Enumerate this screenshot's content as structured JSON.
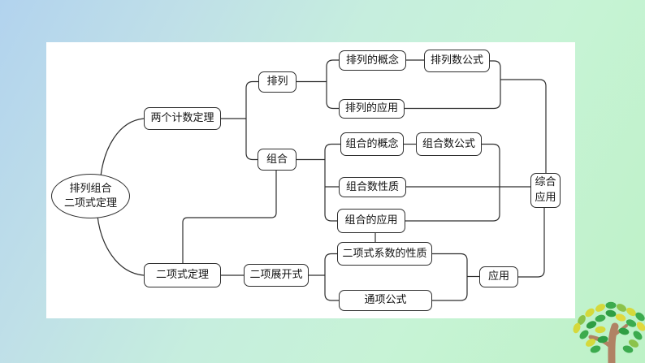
{
  "slide": {
    "background_colors": {
      "top_left": "#b2d3ee",
      "middle": "#c6eede",
      "bottom_right": "#bdf2c6"
    },
    "panel_color": "#ffffff",
    "line_color": "#2e2e2e"
  },
  "diagram": {
    "root_line1": "排列组合",
    "root_line2": "二项式定理",
    "nodes": {
      "counting_theorems": "两个计数定理",
      "permutation": "排列",
      "combination": "组合",
      "permutation_concept": "排列的概念",
      "permutation_number_formula": "排列数公式",
      "permutation_application": "排列的应用",
      "combination_concept": "组合的概念",
      "combination_number_formula": "组合数公式",
      "combination_number_properties": "组合数性质",
      "combination_application": "组合的应用",
      "binomial_theorem": "二项式定理",
      "binomial_expansion": "二项展开式",
      "binomial_coefficient_properties": "二项式系数的性质",
      "general_term_formula": "通项公式",
      "application": "应用",
      "comprehensive_line1": "综合",
      "comprehensive_line2": "应用"
    }
  }
}
